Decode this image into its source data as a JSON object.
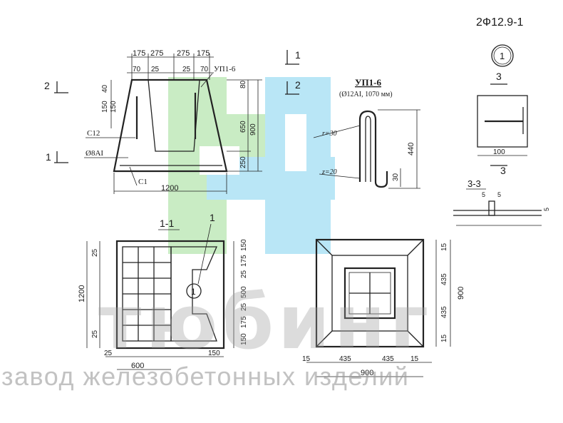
{
  "drawing_code": "2Ф12.9-1",
  "watermark": {
    "brand": "тюбинг",
    "tagline": "завод железобетонных изделий",
    "colors": {
      "green": "#c9ecc4",
      "blue": "#b9e6f6",
      "gray": "#9e9e9e"
    }
  },
  "elevation": {
    "top_dims": [
      "175",
      "275",
      "275",
      "175"
    ],
    "second_dims": [
      "70",
      "25",
      "25",
      "70"
    ],
    "left_dims": [
      "40",
      "150",
      "150"
    ],
    "right_dims": [
      "80",
      "650",
      "900",
      "250"
    ],
    "bottom_dim": "1200",
    "labels": {
      "up": "УП1-6",
      "c12": "С12",
      "o8": "Ø8АI",
      "c1": "С1"
    },
    "section_marks": {
      "one": "1",
      "two": "2"
    }
  },
  "loop": {
    "title": "УП1-6",
    "spec": "(Ø12АI, 1070 мм)",
    "r1": "r=30",
    "r2": "z=20",
    "dim_height": "440",
    "dim_small": "30"
  },
  "detail": {
    "callout": "1",
    "mark": "3",
    "width": "100",
    "section_title": "3-3",
    "dims": [
      "5",
      "5",
      "5"
    ]
  },
  "section_1_1": {
    "title": "1-1",
    "callout": "1",
    "left_dims": [
      "25",
      "1200",
      "25"
    ],
    "right_dims": [
      "150",
      "175",
      "25",
      "500",
      "25",
      "175",
      "150"
    ],
    "bottom_dims": [
      "25",
      "600",
      "150"
    ]
  },
  "plan": {
    "right_dims": [
      "15",
      "435",
      "900",
      "435",
      "15"
    ],
    "bottom_dims": [
      "15",
      "435",
      "435",
      "15"
    ],
    "bottom_total": "900"
  }
}
